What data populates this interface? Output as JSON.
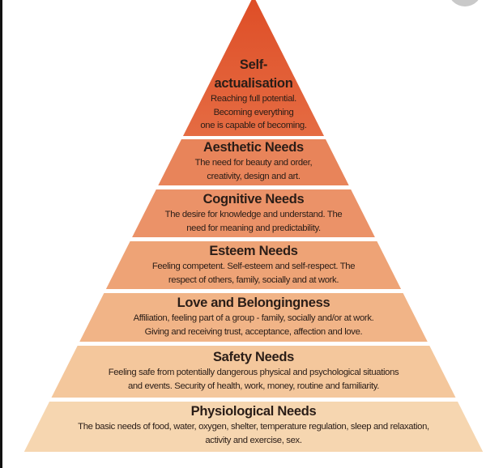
{
  "levels": [
    {
      "title": "Self-",
      "title2": "actualisation",
      "desc": [
        "Reaching full potential.",
        "Becoming everything",
        "one is capable of becoming."
      ],
      "color": "#e2643b"
    },
    {
      "title": "Aesthetic Needs",
      "desc": [
        "The need for beauty and order,",
        "creativity, design and art."
      ],
      "color": "#e8845a"
    },
    {
      "title": "Cognitive Needs",
      "desc": [
        "The desire for knowledge and understand.  The",
        "need for meaning and predictability."
      ],
      "color": "#eb9268"
    },
    {
      "title": "Esteem Needs",
      "desc": [
        "Feeling competent.  Self-esteem and self-respect.  The",
        "respect of others, family, socially and at work."
      ],
      "color": "#eea376"
    },
    {
      "title": "Love and Belongingness",
      "desc": [
        "Affiliation, feeling part of a group - family, socially and/or at work.",
        "Giving and receiving trust, acceptance, affection and love."
      ],
      "color": "#f1b487"
    },
    {
      "title": "Safety Needs",
      "desc": [
        "Feeling safe from potentially dangerous physical and psychological situations",
        "and events.  Security of health, work, money, routine and familiarity."
      ],
      "color": "#f4c79c"
    },
    {
      "title": "Physiological Needs",
      "desc": [
        "The basic needs of food, water, oxygen, shelter, temperature regulation, sleep and relaxation,",
        "activity and exercise, sex."
      ],
      "color": "#f6d6b0"
    }
  ]
}
